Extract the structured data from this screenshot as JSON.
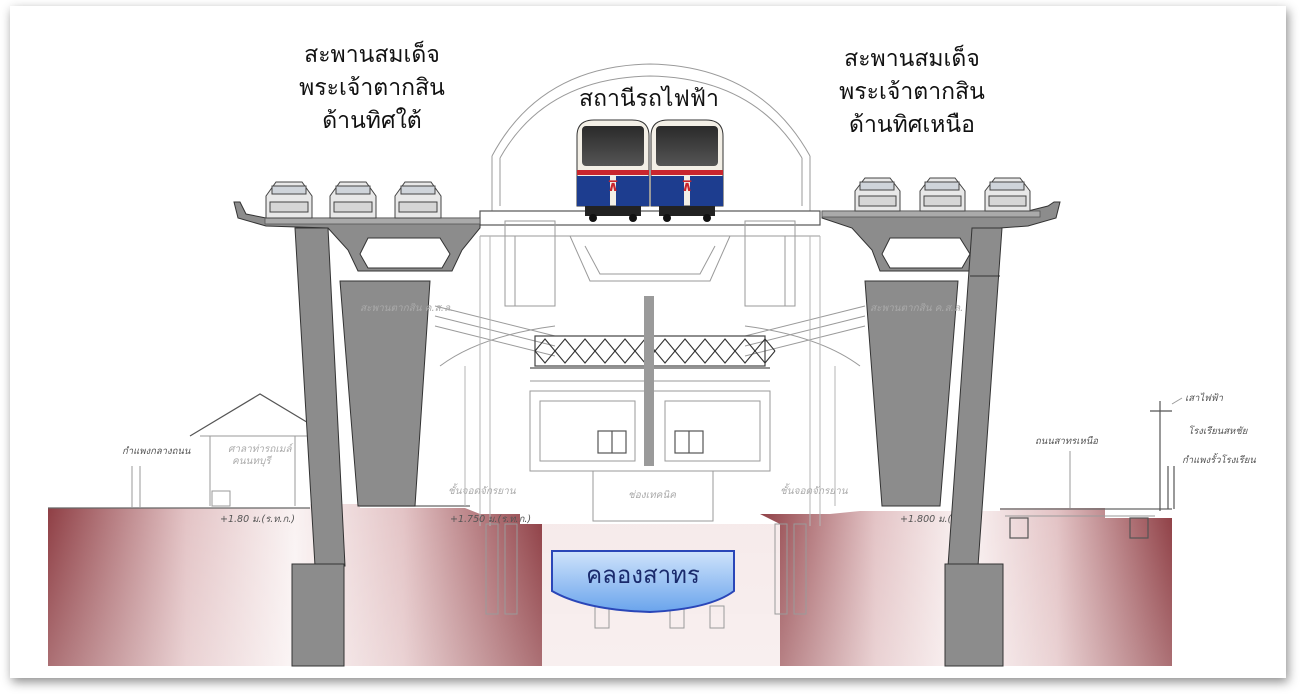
{
  "labels": {
    "bridge_south": [
      "สะพานสมเด็จ",
      "พระเจ้าตากสิน",
      "ด้านทิศใต้"
    ],
    "station": "สถานีรถไฟฟ้า",
    "bridge_north": [
      "สะพานสมเด็จ",
      "พระเจ้าตากสิน",
      "ด้านทิศเหนือ"
    ],
    "canal": "คลองสาทร"
  },
  "colors": {
    "ground_dark": "#9a4a4f",
    "ground_light": "#f4e6e7",
    "pier": "#8c8c8c",
    "canal_fill": "#7fb2ee",
    "canal_border": "#2a46b8",
    "train_body": "#f3efe6",
    "train_blue": "#1d3d8f",
    "train_red": "#c8262e"
  }
}
